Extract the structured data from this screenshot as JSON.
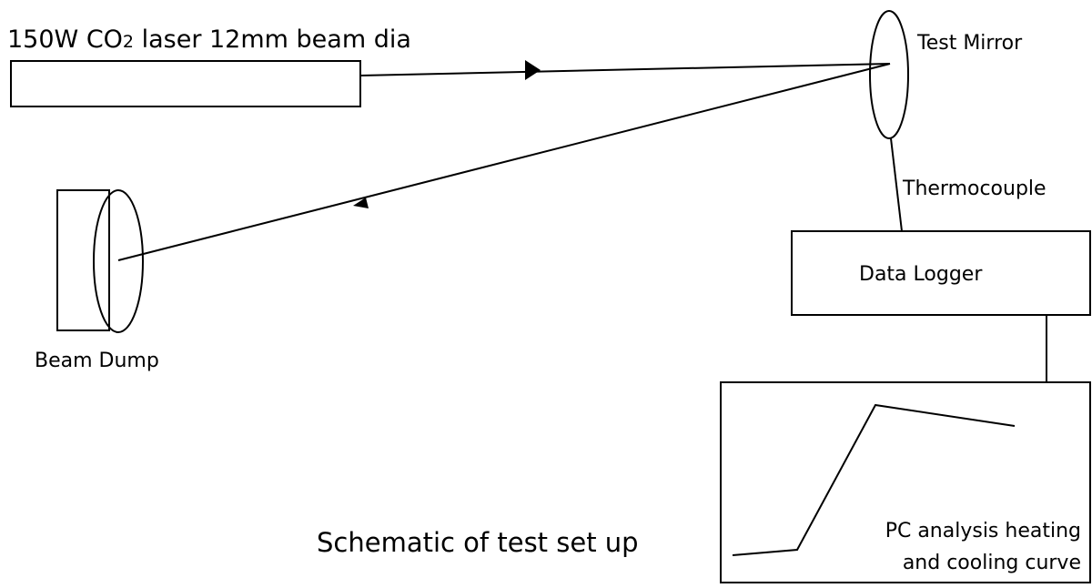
{
  "diagram": {
    "laser_label_prefix": "150W CO",
    "laser_label_subscript": "2",
    "laser_label_suffix": " laser 12mm beam dia",
    "mirror_label": "Test Mirror",
    "thermocouple_label": "Thermocouple",
    "logger_label": "Data Logger",
    "beam_dump_label": "Beam Dump",
    "pc_label_line1": "PC analysis heating",
    "pc_label_line2": "and cooling curve",
    "caption": "Schematic of test set up"
  },
  "colors": {
    "stroke": "#000000",
    "background": "#ffffff"
  }
}
